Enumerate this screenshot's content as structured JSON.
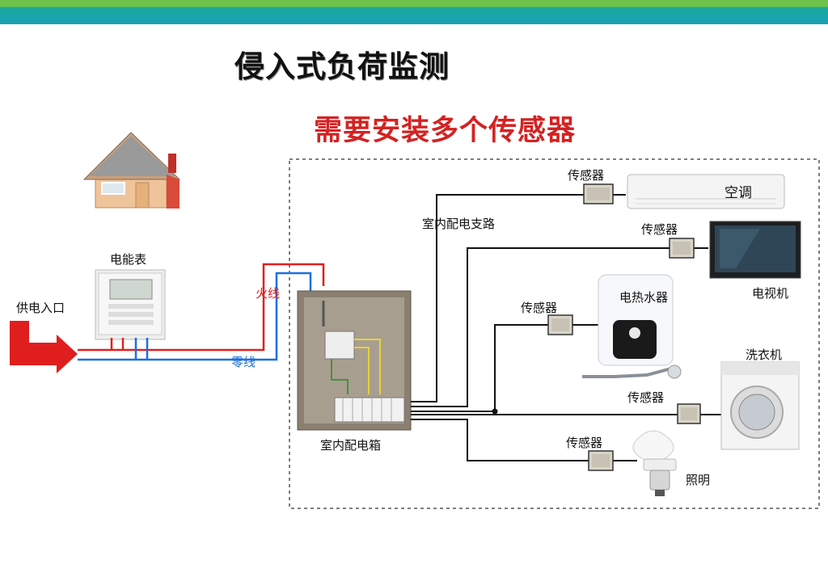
{
  "title": "侵入式负荷监测",
  "subtitle": "需要安装多个传感器",
  "labels": {
    "supply_inlet": "供电入口",
    "meter": "电能表",
    "live_wire": "火线",
    "neutral_wire": "零线",
    "indoor_box": "室内配电箱",
    "branch": "室内配电支路",
    "sensor": "传感器",
    "ac": "空调",
    "tv": "电视机",
    "water_heater": "电热水器",
    "washer": "洗衣机",
    "lighting": "照明"
  },
  "colors": {
    "live": "#e02020",
    "neutral": "#1d6fe0",
    "accent_title": "#d42222",
    "wire": "#111111"
  }
}
